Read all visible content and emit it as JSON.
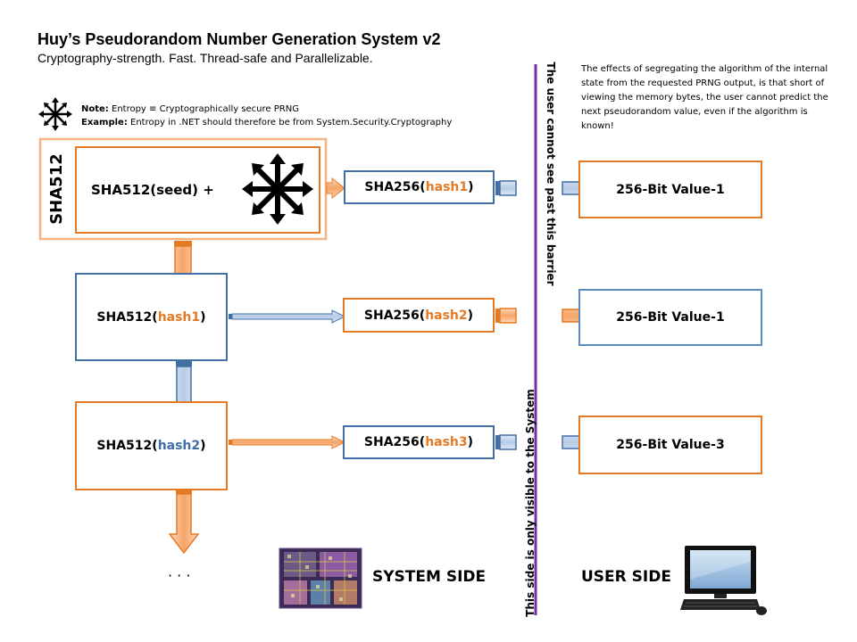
{
  "header": {
    "title": "Huy’s Pseudorandom Number Generation System v2",
    "subtitle": "Cryptography-strength.  Fast. Thread-safe and Parallelizable."
  },
  "notes": {
    "note_label": "Note:",
    "note_text": "Entropy ≡ Cryptographically secure PRNG",
    "example_label": "Example:",
    "example_text": "Entropy in .NET should therefore be from System.Security.Cryptography"
  },
  "description": "The effects of segregating the algorithm of the internal state from the requested PRNG output, is that short of viewing the memory bytes, the user cannot predict the next pseudorandom value, even if the algorithm is known!",
  "system": {
    "group_label": "SHA512",
    "row1_text": "SHA512(seed) +",
    "row2_prefix": "SHA512(",
    "row2_hash": "hash1",
    "row3_prefix": "SHA512(",
    "row3_hash": "hash2",
    "close_paren": ")",
    "sha256_prefix": "SHA256(",
    "sha256_hashes": [
      "hash1",
      "hash2",
      "hash3"
    ],
    "ellipsis": "· · ·"
  },
  "user": {
    "values": [
      "256-Bit Value-1",
      "256-Bit Value-1",
      "256-Bit Value-3"
    ]
  },
  "barrier": {
    "user_text": "The user  cannot see past this barrier",
    "system_text": "This side is only visible to the System"
  },
  "footer": {
    "system_label": "SYSTEM SIDE",
    "user_label": "USER SIDE"
  },
  "colors": {
    "orange": "#e57a25",
    "blue": "#426fa4",
    "barrier": "#7030a0"
  },
  "icons": [
    "chaos-star-icon",
    "cpu-die-icon",
    "computer-icon"
  ]
}
